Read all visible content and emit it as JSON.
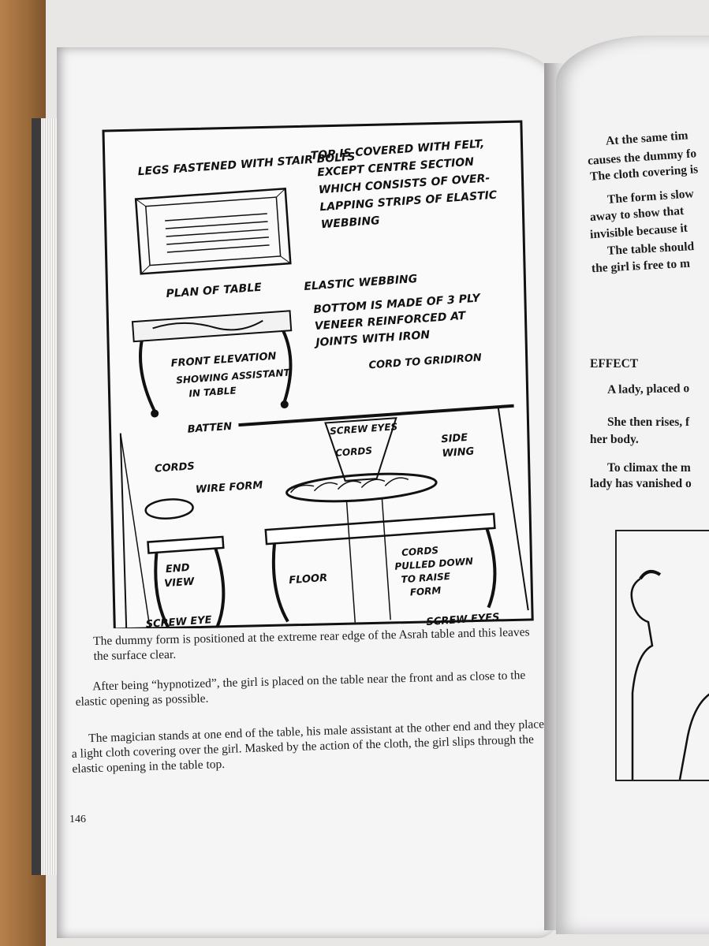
{
  "diagram": {
    "labels": {
      "legs": "LEGS FASTENED WITH STAIR BOLTS",
      "top_covered_1": "TOP IS COVERED WITH FELT,",
      "top_covered_2": "EXCEPT CENTRE SECTION",
      "top_covered_3": "WHICH CONSISTS OF OVER-",
      "top_covered_4": "LAPPING STRIPS OF ELASTIC",
      "top_covered_5": "WEBBING",
      "plan": "PLAN OF TABLE",
      "elastic": "ELASTIC WEBBING",
      "bottom_1": "BOTTOM IS MADE OF 3 PLY",
      "bottom_2": "VENEER REINFORCED AT",
      "bottom_3": "JOINTS WITH IRON",
      "front_elev": "FRONT ELEVATION",
      "showing_1": "SHOWING ASSISTANT",
      "showing_2": "IN TABLE",
      "cord_grid": "CORD TO GRIDIRON",
      "batten": "BATTEN",
      "screw_eyes_top": "SCREW EYES",
      "cords_mid": "CORDS",
      "side": "SIDE",
      "wing": "WING",
      "cords_left": "CORDS",
      "wire_form": "WIRE FORM",
      "end": "END",
      "view": "VIEW",
      "cords_pulled_1": "CORDS",
      "cords_pulled_2": "PULLED DOWN",
      "cords_pulled_3": "TO RAISE",
      "cords_pulled_4": "FORM",
      "floor": "FLOOR",
      "screw_eye": "SCREW EYE",
      "screw_eyes_bottom": "SCREW EYES"
    }
  },
  "text": {
    "caption": "The dummy form is positioned at the extreme rear edge of the Asrah table and this leaves the surface clear.",
    "para1": "After being “hypnotized”, the girl is placed on the table near the front and as close to the elastic opening as possible.",
    "para2": "The magician stands at one end of the table, his male assistant at the other end and they place a light cloth covering over the girl. Masked by the action of the cloth, the girl slips through the elastic opening in the table top.",
    "page_number": "146"
  },
  "right_page": {
    "line1": "At the same tim",
    "line2": "causes the dummy fo",
    "line3": "The cloth covering is",
    "line4": "The form is slow",
    "line5": "away to show that",
    "line6": "invisible because it",
    "line7": "The table should",
    "line8": "the girl is free to m",
    "heading": "EFFECT",
    "line9": "A lady, placed o",
    "line10": "She then rises, f",
    "line11": "her body.",
    "line12": "To climax the m",
    "line13": "lady has vanished o"
  }
}
